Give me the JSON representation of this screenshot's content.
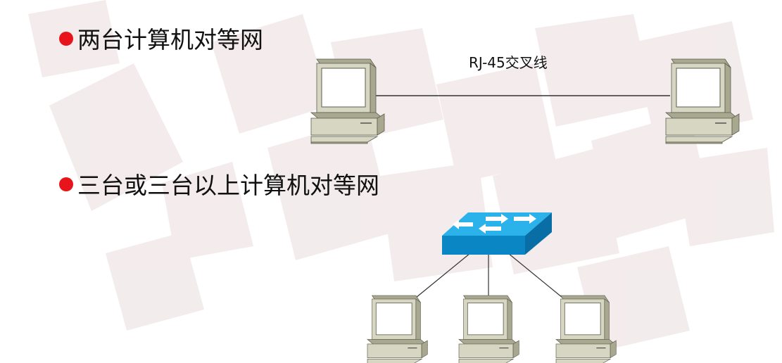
{
  "slide": {
    "items": [
      {
        "bullet_color": "#e8141b",
        "text": "两台计算机对等网"
      },
      {
        "bullet_color": "#e8141b",
        "text": "三台或三台以上计算机对等网"
      }
    ],
    "cable_label": "RJ-45交叉线"
  },
  "colors": {
    "bg_pattern": "#efe5e6",
    "pc_body": "#d6d6c2",
    "pc_shade": "#a8a890",
    "pc_screen": "#ffffff",
    "pc_outline": "#5d5d4c",
    "switch_top": "#2bb2ea",
    "switch_front": "#0b86c5",
    "switch_side": "#0a6ea6",
    "arrow": "#ffffff",
    "line": "#333333"
  },
  "icons": [
    "computer-icon",
    "network-switch-icon"
  ]
}
